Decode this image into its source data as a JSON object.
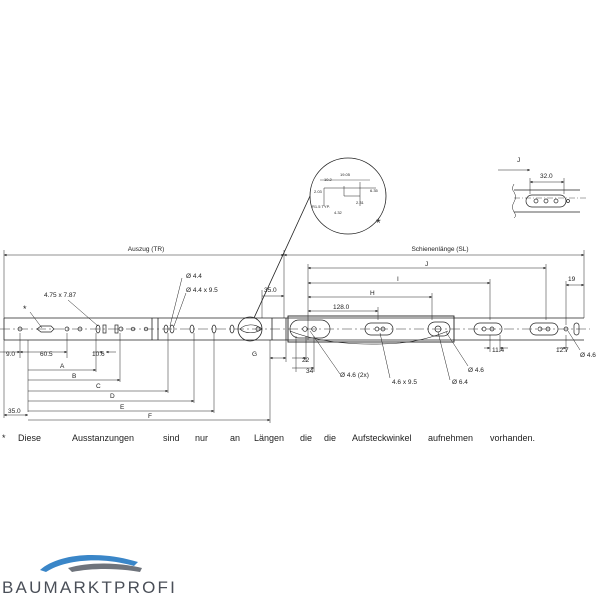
{
  "drawing": {
    "labels": {
      "auszug": "Auszug (TR)",
      "schienenlaenge": "Schienenlänge (SL)",
      "slot_475": "4.75 x 7.87",
      "star_left": "*",
      "star_detail": "*",
      "d44": "Ø 4.4",
      "d44x95": "Ø 4.4 x 9.5",
      "dim_35a": "35.0",
      "dim_9": "9.0",
      "dim_605": "60.5",
      "dim_106": "10.6",
      "dim_A": "A",
      "dim_B": "B",
      "dim_C": "C",
      "dim_D": "D",
      "dim_E": "E",
      "dim_F": "F",
      "dim_35b": "35.0",
      "dim_G": "G",
      "dim_J": "J",
      "dim_I": "I",
      "dim_H": "H",
      "dim_128": "128.0",
      "dim_19": "19",
      "dim_22": "22",
      "dim_34": "34",
      "d46_2x": "Ø 4.6 (2x)",
      "d46x95": "4.6 x 9.5",
      "d64": "Ø 6.4",
      "d46_r": "Ø 4.6",
      "dim_114": "11.4",
      "dim_127": "12.7",
      "d46_end": "Ø 4.6",
      "top_J": "J",
      "top_320": "32.0",
      "det_1905": "19.05",
      "det_635": "6.35",
      "det_203": "2.03",
      "det_1016": "10.2",
      "det_432": "4.32",
      "det_231": "2.31",
      "det_r": "R1.5 TYP."
    }
  },
  "footnote": {
    "words": [
      "*",
      "Diese",
      "Ausstanzungen",
      "sind",
      "nur",
      "an",
      "Längen",
      "die",
      "die",
      "Aufsteckwinkel",
      "aufnehmen",
      "vorhanden."
    ]
  },
  "logo": {
    "text": "BAUMARKTPROFI",
    "colors": {
      "blue": "#3a86c8",
      "grey": "#6f747c"
    }
  }
}
